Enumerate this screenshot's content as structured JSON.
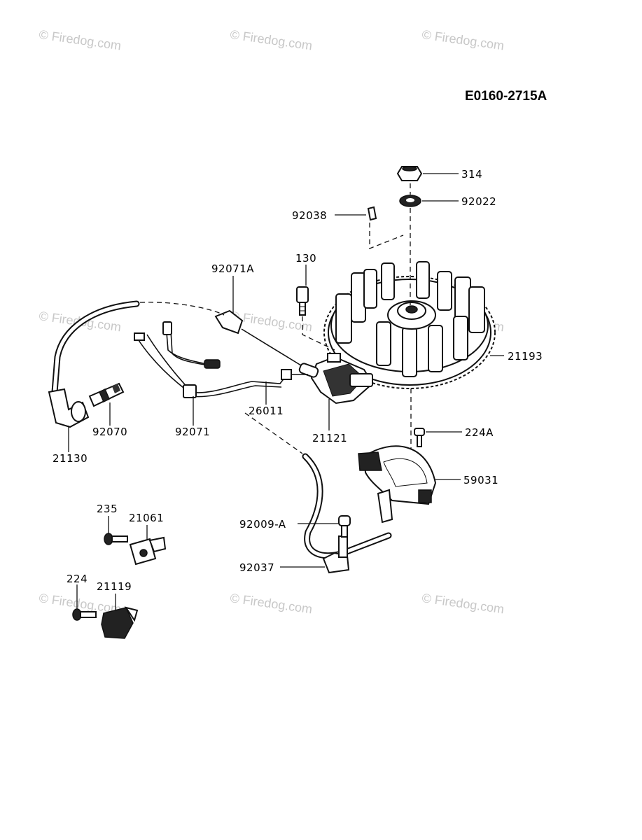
{
  "diagram_code": "E0160-2715A",
  "watermark_text": "© Firedog.com",
  "parts": [
    {
      "id": "p314",
      "label": "314"
    },
    {
      "id": "p92022",
      "label": "92022"
    },
    {
      "id": "p92038",
      "label": "92038"
    },
    {
      "id": "p130",
      "label": "130"
    },
    {
      "id": "p92071A",
      "label": "92071A"
    },
    {
      "id": "p21193",
      "label": "21193"
    },
    {
      "id": "p26011",
      "label": "26011"
    },
    {
      "id": "p21121",
      "label": "21121"
    },
    {
      "id": "p92070",
      "label": "92070"
    },
    {
      "id": "p92071",
      "label": "92071"
    },
    {
      "id": "p21130",
      "label": "21130"
    },
    {
      "id": "p224A",
      "label": "224A"
    },
    {
      "id": "p59031",
      "label": "59031"
    },
    {
      "id": "p235",
      "label": "235"
    },
    {
      "id": "p21061",
      "label": "21061"
    },
    {
      "id": "p92009A",
      "label": "92009-A"
    },
    {
      "id": "p92037",
      "label": "92037"
    },
    {
      "id": "p224",
      "label": "224"
    },
    {
      "id": "p21119",
      "label": "21119"
    }
  ]
}
